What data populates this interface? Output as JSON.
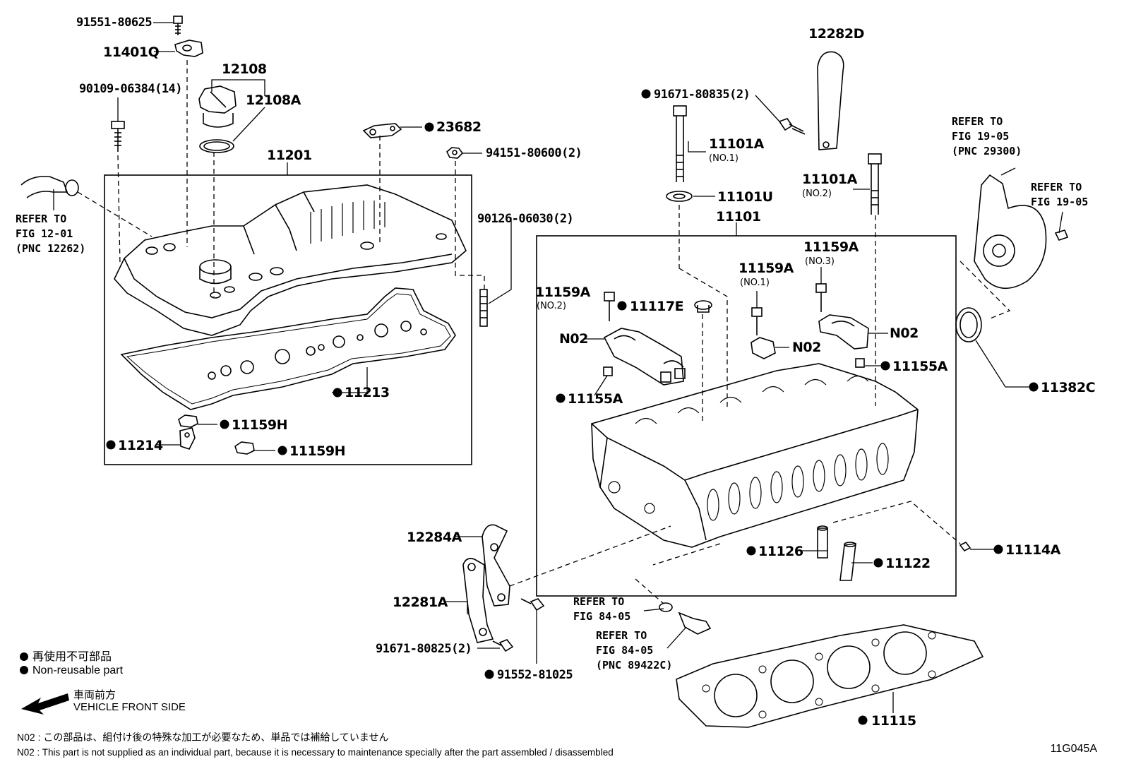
{
  "labels": {
    "p91551": "91551-80625",
    "p11401Q": "11401Q",
    "p12108": "12108",
    "p12108A": "12108A",
    "p90109": "90109-06384(14)",
    "p23682": "23682",
    "p94151": "94151-80600(2)",
    "p11201": "11201",
    "p90126": "90126-06030(2)",
    "p11213": "11213",
    "p11159H_1": "11159H",
    "p11159H_2": "11159H",
    "p11214": "11214",
    "p12282D": "12282D",
    "p91671_80835": "91671-80835(2)",
    "p11101A_1": "11101A",
    "p11101A_1_sub": "(NO.1)",
    "p11101A_2": "11101A",
    "p11101A_2_sub": "(NO.2)",
    "p11101U": "11101U",
    "p11101": "11101",
    "p11159A_no2": "11159A",
    "p11159A_no2_sub": "(NO.2)",
    "p11117E": "11117E",
    "p11159A_no1": "11159A",
    "p11159A_no1_sub": "(NO.1)",
    "p11159A_no3": "11159A",
    "p11159A_no3_sub": "(NO.3)",
    "pN02_1": "N02",
    "pN02_2": "N02",
    "pN02_3": "N02",
    "p11155A_1": "11155A",
    "p11155A_2": "11155A",
    "p11382C": "11382C",
    "p11114A": "11114A",
    "p11126": "11126",
    "p11122": "11122",
    "p12284A": "12284A",
    "p12281A": "12281A",
    "p91671_80825": "91671-80825(2)",
    "p91552": "91552-81025",
    "p11115": "11115"
  },
  "refs": {
    "fig12_l1": "REFER TO",
    "fig12_l2": "FIG 12-01",
    "fig12_l3": "(PNC 12262)",
    "fig19a_l1": "REFER TO",
    "fig19a_l2": "FIG 19-05",
    "fig19a_l3": "(PNC 29300)",
    "fig19b_l1": "REFER TO",
    "fig19b_l2": "FIG 19-05",
    "fig84a_l1": "REFER TO",
    "fig84a_l2": "FIG 84-05",
    "fig84b_l1": "REFER TO",
    "fig84b_l2": "FIG 84-05",
    "fig84b_l3": "(PNC 89422C)"
  },
  "legend": {
    "nonreusable_jp": "再使用不可部品",
    "nonreusable_en": "Non-reusable part",
    "front_jp": "車両前方",
    "front_en": "VEHICLE FRONT SIDE"
  },
  "notes": {
    "n02_jp": "N02 : この部品は、組付け後の特殊な加工が必要なため、単品では補給していません",
    "n02_en": "N02 : This part is not supplied as an individual part, because it is necessary to maintenance specially after the part assembled / disassembled"
  },
  "figure_number": "11G045A",
  "colors": {
    "ink": "#000000",
    "paper": "#ffffff"
  }
}
